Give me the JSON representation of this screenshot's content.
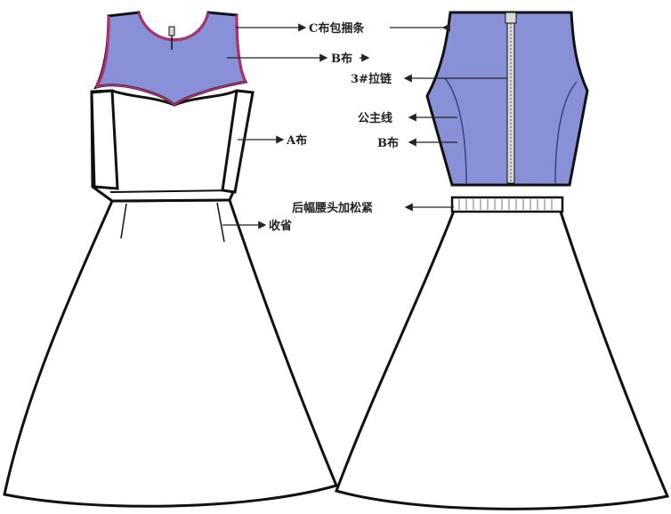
{
  "colors": {
    "outline": "#111111",
    "fabric_b": "#8891d8",
    "binding_c": "#b0306f",
    "skirt": "#ffffff",
    "zipper": "#d8d8d8",
    "arrow": "#222222"
  },
  "views": {
    "front": {
      "name": "front-view"
    },
    "back": {
      "name": "back-view"
    }
  },
  "labels": {
    "binding": "C布包捆条",
    "yoke_fabric": "B布",
    "zipper": "3#拉链",
    "body_fabric": "A布",
    "princess_seam": "公主线",
    "back_fabric": "B布",
    "dart": "收省",
    "back_waist": "后幅腰头加松紧"
  }
}
